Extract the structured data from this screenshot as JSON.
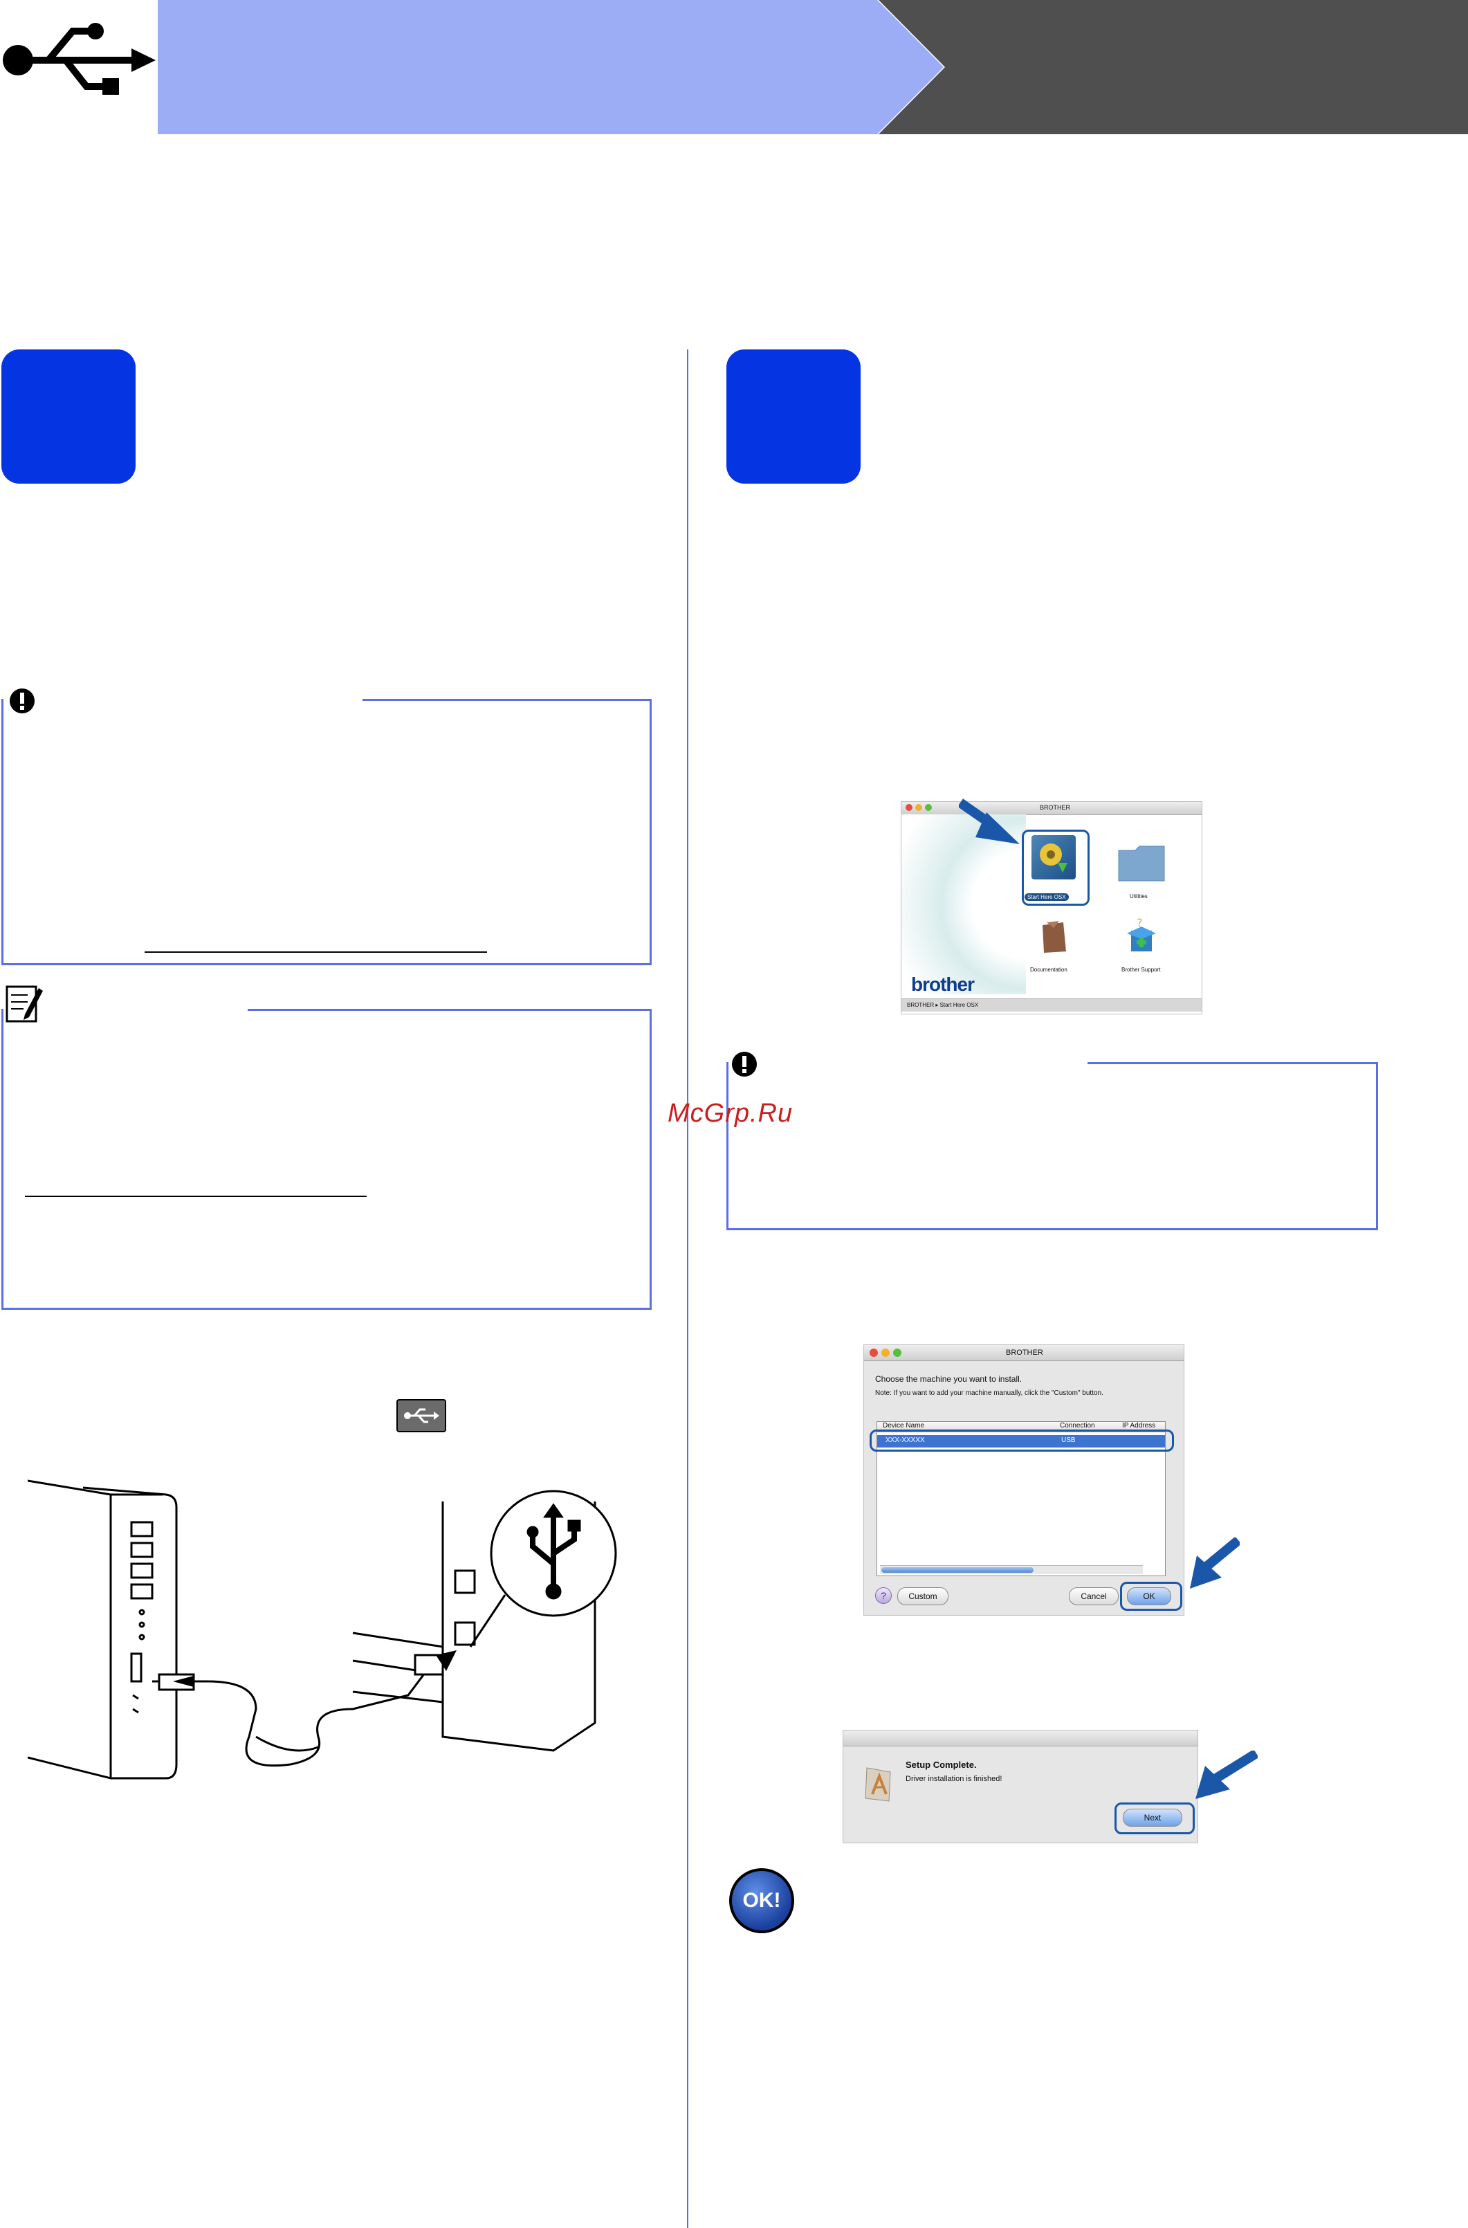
{
  "watermark": "McGrp.Ru",
  "shots": {
    "brother_window": {
      "title": "BROTHER",
      "items": [
        "Start Here OSX",
        "Utilities",
        "Documentation",
        "Brother Support"
      ],
      "brand": "brother",
      "path": "BROTHER ▸ Start Here OSX"
    },
    "choose_dialog": {
      "title": "BROTHER",
      "heading": "Choose the machine you want to install.",
      "note": "Note: If you want to add your machine manually, click the \"Custom\" button.",
      "columns": [
        "Device Name",
        "Connection",
        "IP Address"
      ],
      "row": {
        "name": "XXX-XXXXX",
        "connection": "USB"
      },
      "buttons": {
        "custom": "Custom",
        "cancel": "Cancel",
        "ok": "OK"
      }
    },
    "setup_complete": {
      "title": "Setup Complete.",
      "message": "Driver installation is finished!",
      "next": "Next"
    }
  },
  "ok_badge": "OK!",
  "colors": {
    "header_light": "#9dadf5",
    "header_dark": "#4f4f4f",
    "step_blue": "#0534e3",
    "box_border": "#5a6fe3"
  }
}
